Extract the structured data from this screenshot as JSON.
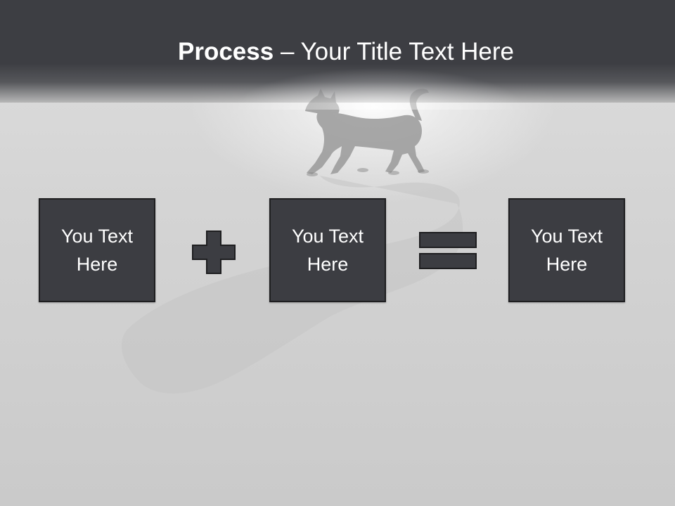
{
  "slide": {
    "title_bold": "Process",
    "title_rest": " – Your Title Text Here",
    "boxes": [
      {
        "label": "You Text Here"
      },
      {
        "label": "You Text Here"
      },
      {
        "label": "You Text Here"
      }
    ],
    "operators": [
      "plus",
      "equals"
    ]
  },
  "colors": {
    "header": "#3d3e43",
    "box_fill": "#3c3d42",
    "box_border": "#1e1e20",
    "background": "#d4d4d4",
    "text": "#ffffff"
  },
  "icons": {
    "plus": "plus-icon",
    "equals": "equals-icon",
    "background_image": "walking-cat-silhouette"
  }
}
